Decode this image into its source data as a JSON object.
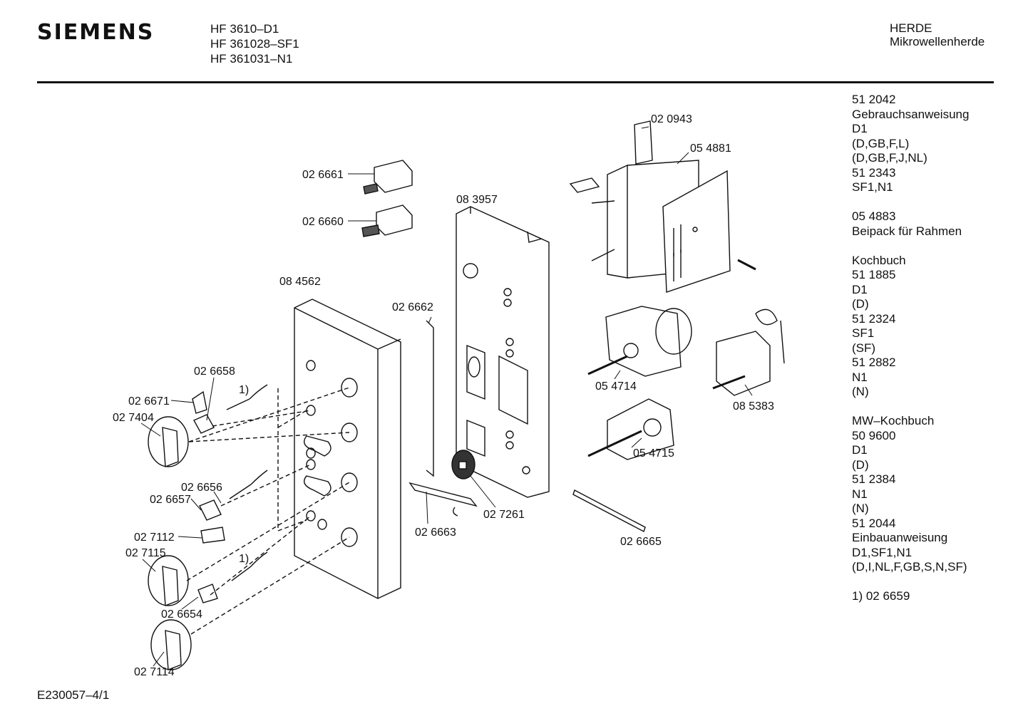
{
  "brand": "SIEMENS",
  "models": [
    "HF 3610–D1",
    "HF 361028–SF1",
    "HF 361031–N1"
  ],
  "category": [
    "HERDE",
    "Mikrowellenherde"
  ],
  "notes": [
    "51 2042",
    "Gebrauchsanweisung",
    "D1",
    "(D,GB,F,L)",
    "(D,GB,F,J,NL)",
    "51 2343",
    "SF1,N1",
    "",
    "05 4883",
    "Beipack für Rahmen",
    "",
    "Kochbuch",
    "51 1885",
    "D1",
    "(D)",
    "51 2324",
    "SF1",
    "(SF)",
    "51 2882",
    "N1",
    "(N)",
    "",
    "MW–Kochbuch",
    "50 9600",
    "D1",
    "(D)",
    "51 2384",
    "N1",
    "(N)",
    "51 2044",
    "Einbauanweisung",
    "D1,SF1,N1",
    "(D,I,NL,F,GB,S,N,SF)",
    "",
    "1)  02 6659"
  ],
  "footer": "E230057–4/1",
  "parts": {
    "p_020943": "02 0943",
    "p_054881": "05 4881",
    "p_026661": "02 6661",
    "p_026660": "02 6660",
    "p_083957": "08 3957",
    "p_084562": "08 4562",
    "p_026662": "02 6662",
    "p_026658": "02 6658",
    "p_026671": "02 6671",
    "p_027404": "02 7404",
    "p_026656": "02 6656",
    "p_026657": "02 6657",
    "p_027112": "02 7112",
    "p_027115": "02 7115",
    "p_026654": "02 6654",
    "p_027114": "02 7114",
    "p_054714": "05 4714",
    "p_054715": "05 4715",
    "p_085383": "08 5383",
    "p_027261": "02 7261",
    "p_026663": "02 6663",
    "p_026665": "02 6665",
    "note1_a": "1)",
    "note1_b": "1)"
  }
}
